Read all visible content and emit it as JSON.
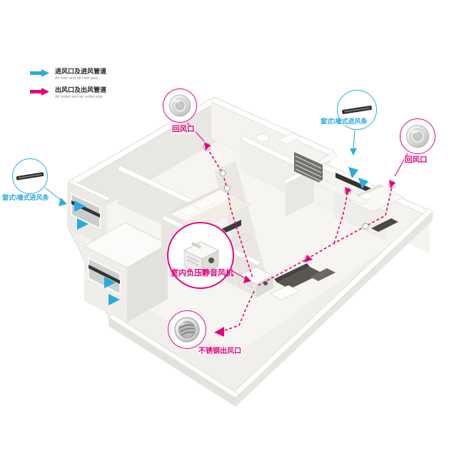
{
  "legend": {
    "items": [
      {
        "label": "进风口及进风管道",
        "sub": "Air inlet and air inlet pipe",
        "color": "#29abe2"
      },
      {
        "label": "出风口及出风管道",
        "sub": "Air outlet and air outlet pipe",
        "color": "#e6007e"
      }
    ]
  },
  "callouts": {
    "return_air_top": {
      "label": "回风口"
    },
    "window_inlet_right": {
      "label": "窗式\\墙式进风条"
    },
    "return_air_right": {
      "label": "回风口"
    },
    "window_inlet_left": {
      "label": "窗式\\墙式进风条"
    },
    "fan": {
      "label": "室内负压静音风机"
    },
    "steel_outlet": {
      "label": "不锈钢出风口"
    }
  },
  "colors": {
    "inlet": "#29abe2",
    "outlet": "#e6007e"
  }
}
